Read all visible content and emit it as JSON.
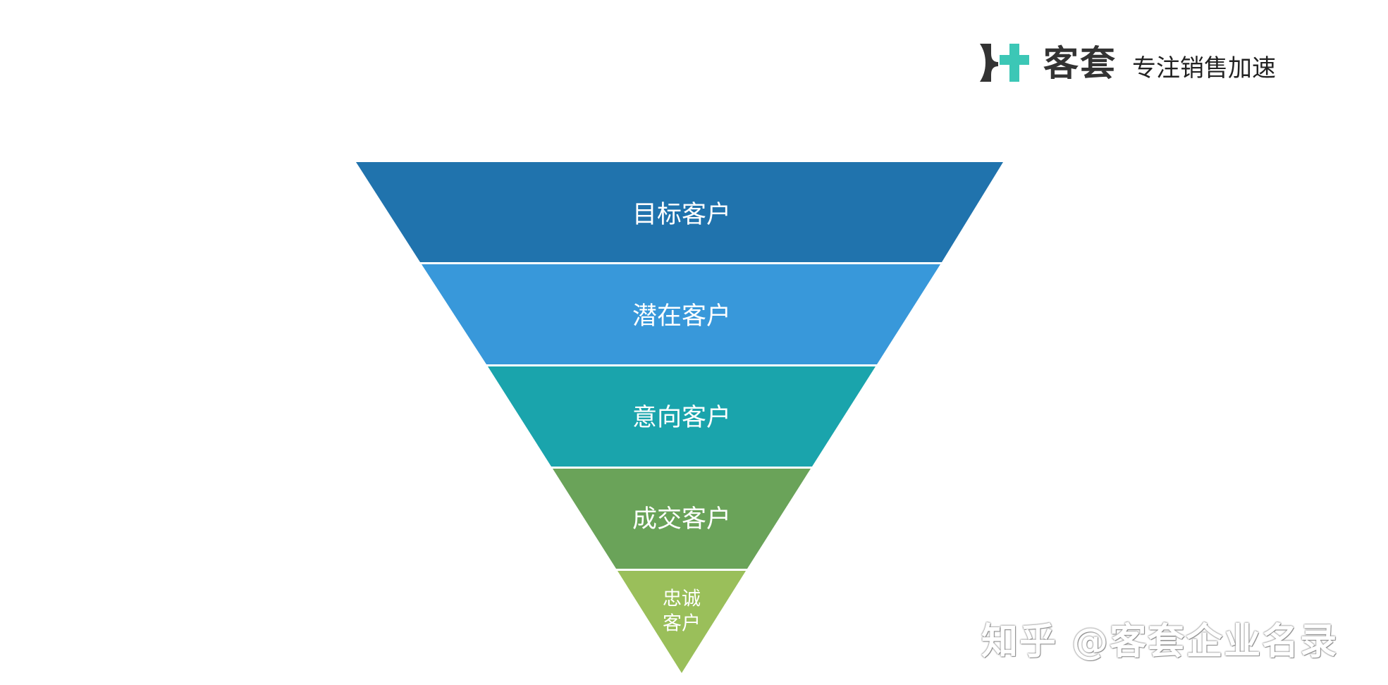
{
  "header": {
    "brand_name": "客套",
    "slogan": "专注销售加速",
    "logo_icon": "kt-logo-icon",
    "logo_colors": {
      "dark": "#333333",
      "accent": "#3cc7b6"
    }
  },
  "funnel": {
    "stages": [
      {
        "label": "目标客户",
        "color": "#2073ad"
      },
      {
        "label": "潜在客户",
        "color": "#3898da"
      },
      {
        "label": "意向客户",
        "color": "#1aa4ac"
      },
      {
        "label": "成交客户",
        "color": "#6aa359"
      },
      {
        "label_lines": [
          "忠诚",
          "客户"
        ],
        "color": "#9abf5a"
      }
    ]
  },
  "watermark": "知乎 @客套企业名录"
}
